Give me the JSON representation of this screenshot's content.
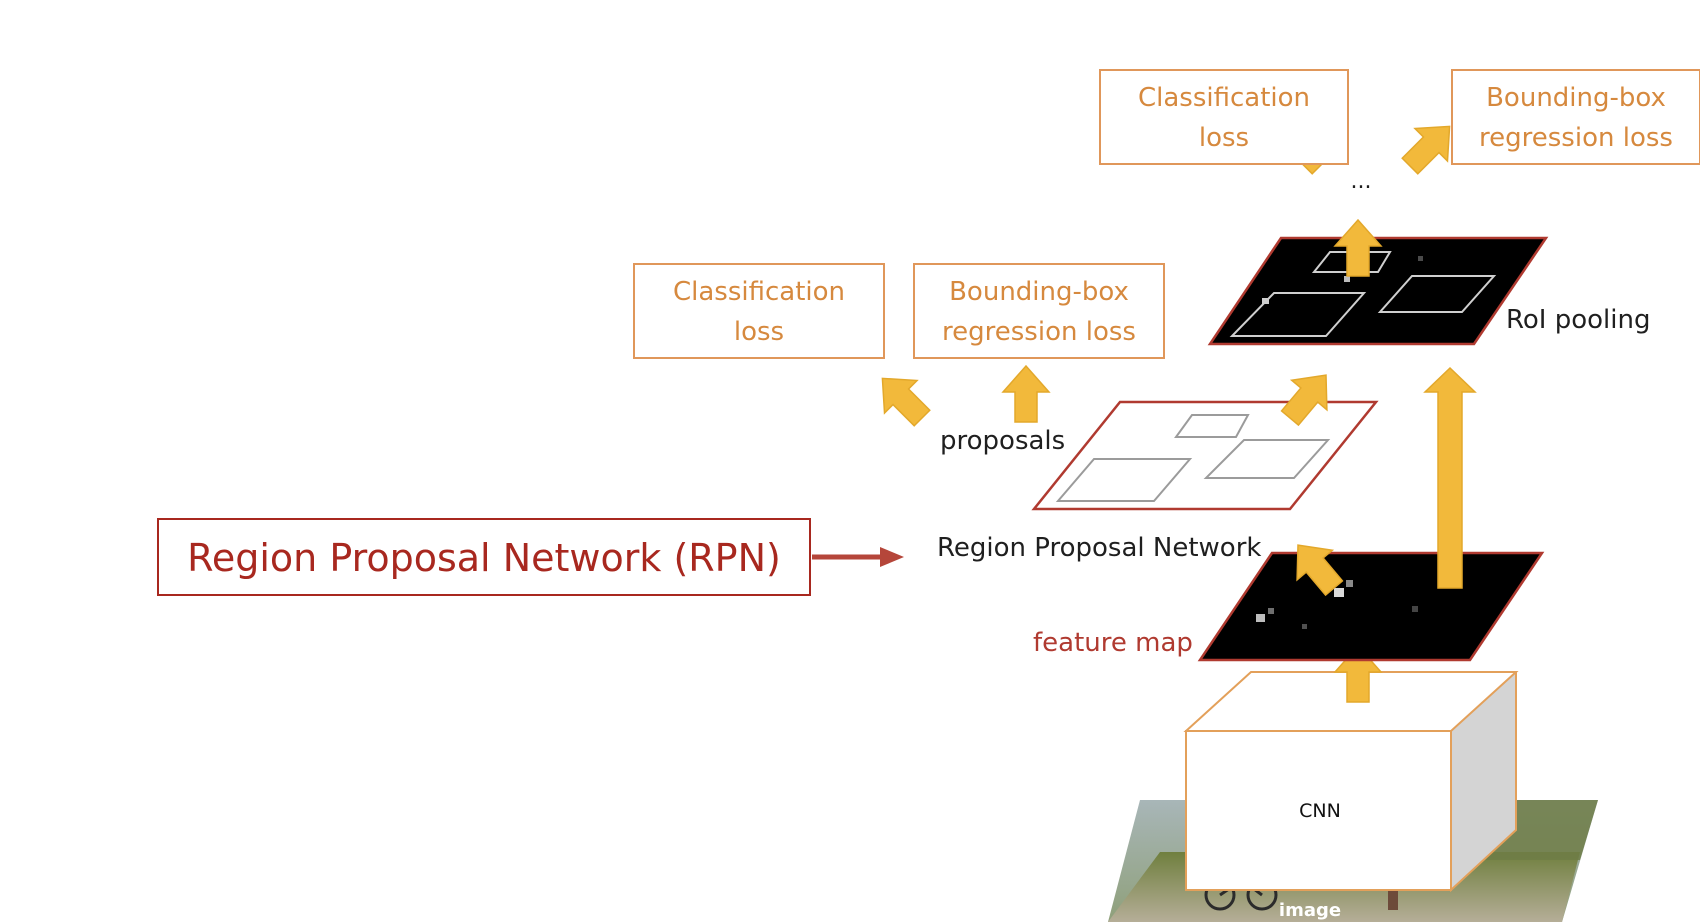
{
  "top_losses": {
    "classification": [
      "Classification",
      "loss"
    ],
    "bbox_regression": [
      "Bounding-box",
      "regression loss"
    ]
  },
  "rpn_losses": {
    "classification": [
      "Classification",
      "loss"
    ],
    "bbox_regression": [
      "Bounding-box",
      "regression loss"
    ]
  },
  "labels": {
    "ellipsis": "...",
    "roi_pooling": "RoI pooling",
    "proposals": "proposals",
    "region_proposal_network": "Region Proposal Network",
    "feature_map": "feature map",
    "cnn": "CNN",
    "image": "image"
  },
  "callout": {
    "text": "Region Proposal Network (RPN)"
  },
  "colors": {
    "arrow_fill": "#f2b93b",
    "arrow_stroke": "#e3a82b",
    "loss_border": "#e0975a",
    "loss_text": "#d6893e",
    "callout_red": "#a8281f",
    "plane_border_red": "#b03a30",
    "feature_plane": "#000000"
  }
}
